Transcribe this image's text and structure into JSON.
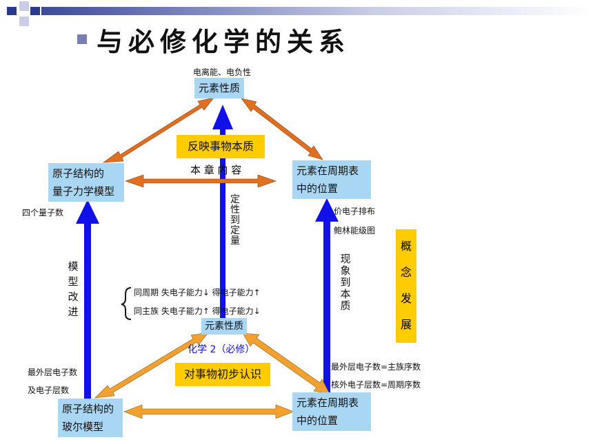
{
  "title": "与必修化学的关系",
  "nodes": {
    "top_label": "电离能、电负性",
    "top": "元素性质",
    "left_upper_line1": "原子结构的",
    "left_upper_line2": "量子力学模型",
    "right_upper_line1": "元素在周期表",
    "right_upper_line2": "中的位置",
    "center": "元素性质",
    "left_lower_line1": "原子结构的",
    "left_lower_line2": "玻尔模型",
    "right_lower_line1": "元素在周期表",
    "right_lower_line2": "中的位置"
  },
  "boxes": {
    "reflect": "反映事物本质",
    "initial": "对事物初步认识",
    "concept": [
      "概",
      "念",
      "发",
      "展"
    ]
  },
  "labels": {
    "chapter": "本 章 内 容",
    "qual_quant": [
      "定",
      "性",
      "到",
      "定",
      "量"
    ],
    "model_improve": [
      "模",
      "型",
      "改",
      "进"
    ],
    "phenomenon": [
      "现",
      "象",
      "到",
      "本",
      "质"
    ],
    "four_quantum": "四个量子数",
    "valence": "价电子排布",
    "pauling": "鲍林能级图",
    "period_row": "同周期  失电子能力↓  得电子能力↑",
    "group_row": "同主族  失电子能力↑  得电子能力↓",
    "chem2": "化学 2（必修）",
    "outer_left_1": "最外层电子数",
    "outer_left_2": "及电子层数",
    "outer_right_1": "最外层电子数=主族序数",
    "outer_right_2": "核外电子层数=周期序数"
  }
}
